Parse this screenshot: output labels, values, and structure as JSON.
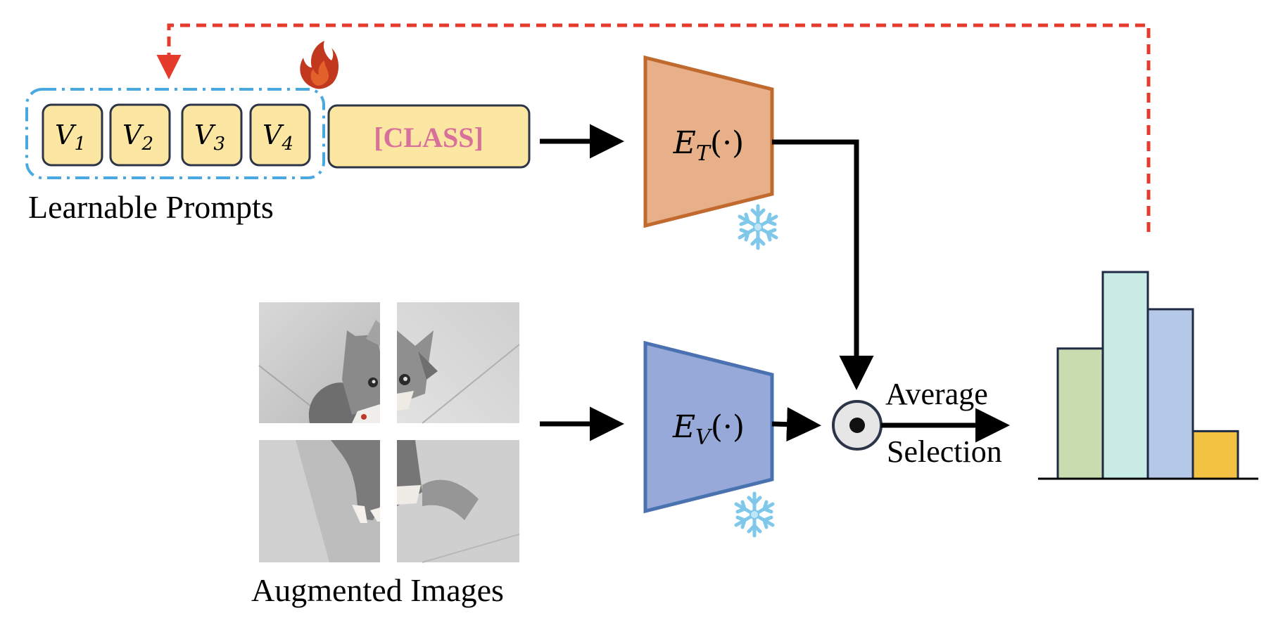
{
  "prompts": {
    "tokens": [
      {
        "symbol": "V",
        "sub": "1"
      },
      {
        "symbol": "V",
        "sub": "2"
      },
      {
        "symbol": "V",
        "sub": "3"
      },
      {
        "symbol": "V",
        "sub": "4"
      }
    ],
    "class_token": "[CLASS]",
    "caption": "Learnable Prompts"
  },
  "text_encoder": {
    "symbol": "E",
    "sub": "T",
    "arg": "(·)"
  },
  "image_encoder": {
    "symbol": "E",
    "sub": "V",
    "arg": "(·)"
  },
  "augmented": {
    "caption": "Augmented Images"
  },
  "fusion": {
    "line1": "Average",
    "line2": "Selection"
  },
  "histogram": {
    "values": [
      0.63,
      1.0,
      0.82,
      0.23
    ],
    "colors": [
      "#c8dcb0",
      "#c9ede6",
      "#b5c8e8",
      "#f3c243"
    ]
  },
  "colors": {
    "prompt_fill": "#fbe6a2",
    "class_text": "#d8709c",
    "text_encoder_fill": "#e8b089",
    "text_encoder_stroke": "#c06a2e",
    "image_encoder_fill": "#97a9d8",
    "image_encoder_stroke": "#4a72b0",
    "feedback_arrow": "#e53b2c",
    "prompt_group_border": "#4aa8e0",
    "frozen_icon": "#7fc8ea",
    "trainable_icon": "#c2381e"
  },
  "icons": {
    "frozen": "snowflake-icon",
    "trainable": "fire-icon"
  }
}
